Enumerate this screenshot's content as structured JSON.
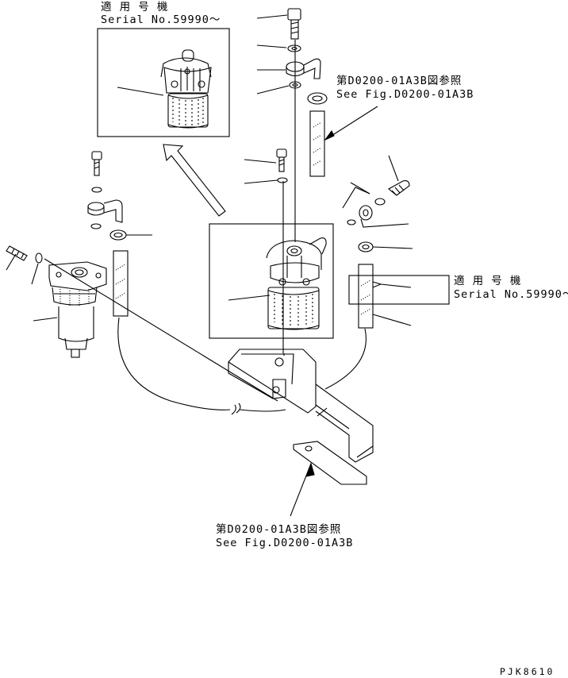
{
  "labels": {
    "serial_top_jp": "適 用 号 機",
    "serial_top_en": "Serial No.59990～",
    "ref_top_jp": "第D0200-01A3B図参照",
    "ref_top_en": "See Fig.D0200-01A3B",
    "serial_right_jp": "適 用 号 機",
    "serial_right_en": "Serial No.59990～",
    "ref_bottom_jp": "第D0200-01A3B図参照",
    "ref_bottom_en": "See Fig.D0200-01A3B",
    "drawing_code": "PJK8610"
  }
}
